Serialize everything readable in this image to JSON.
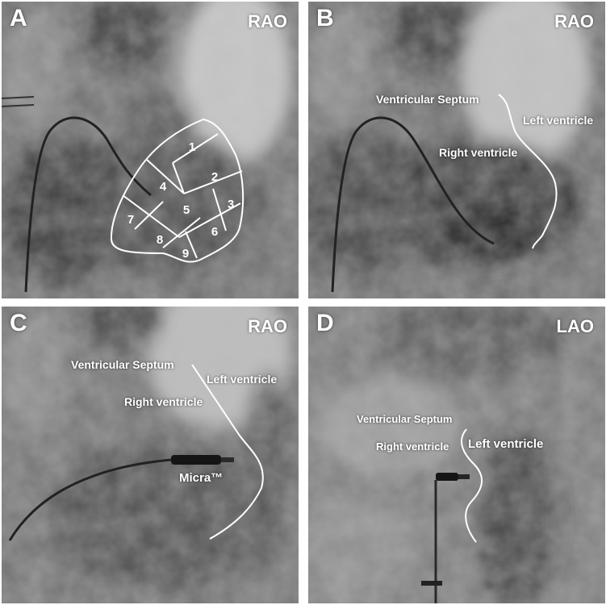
{
  "panels": {
    "a": {
      "letter": "A",
      "view": "RAO",
      "segments": [
        "1",
        "2",
        "3",
        "4",
        "5",
        "6",
        "7",
        "8",
        "9"
      ]
    },
    "b": {
      "letter": "B",
      "view": "RAO",
      "septum": "Ventricular Septum",
      "lv": "Left ventricle",
      "rv": "Right ventricle"
    },
    "c": {
      "letter": "C",
      "view": "RAO",
      "septum": "Ventricular Septum",
      "lv": "Left ventricle",
      "rv": "Right ventricle",
      "device": "Micra™"
    },
    "d": {
      "letter": "D",
      "view": "LAO",
      "septum": "Ventricular Septum",
      "lv": "Left ventricle",
      "rv": "Right ventricle"
    }
  }
}
